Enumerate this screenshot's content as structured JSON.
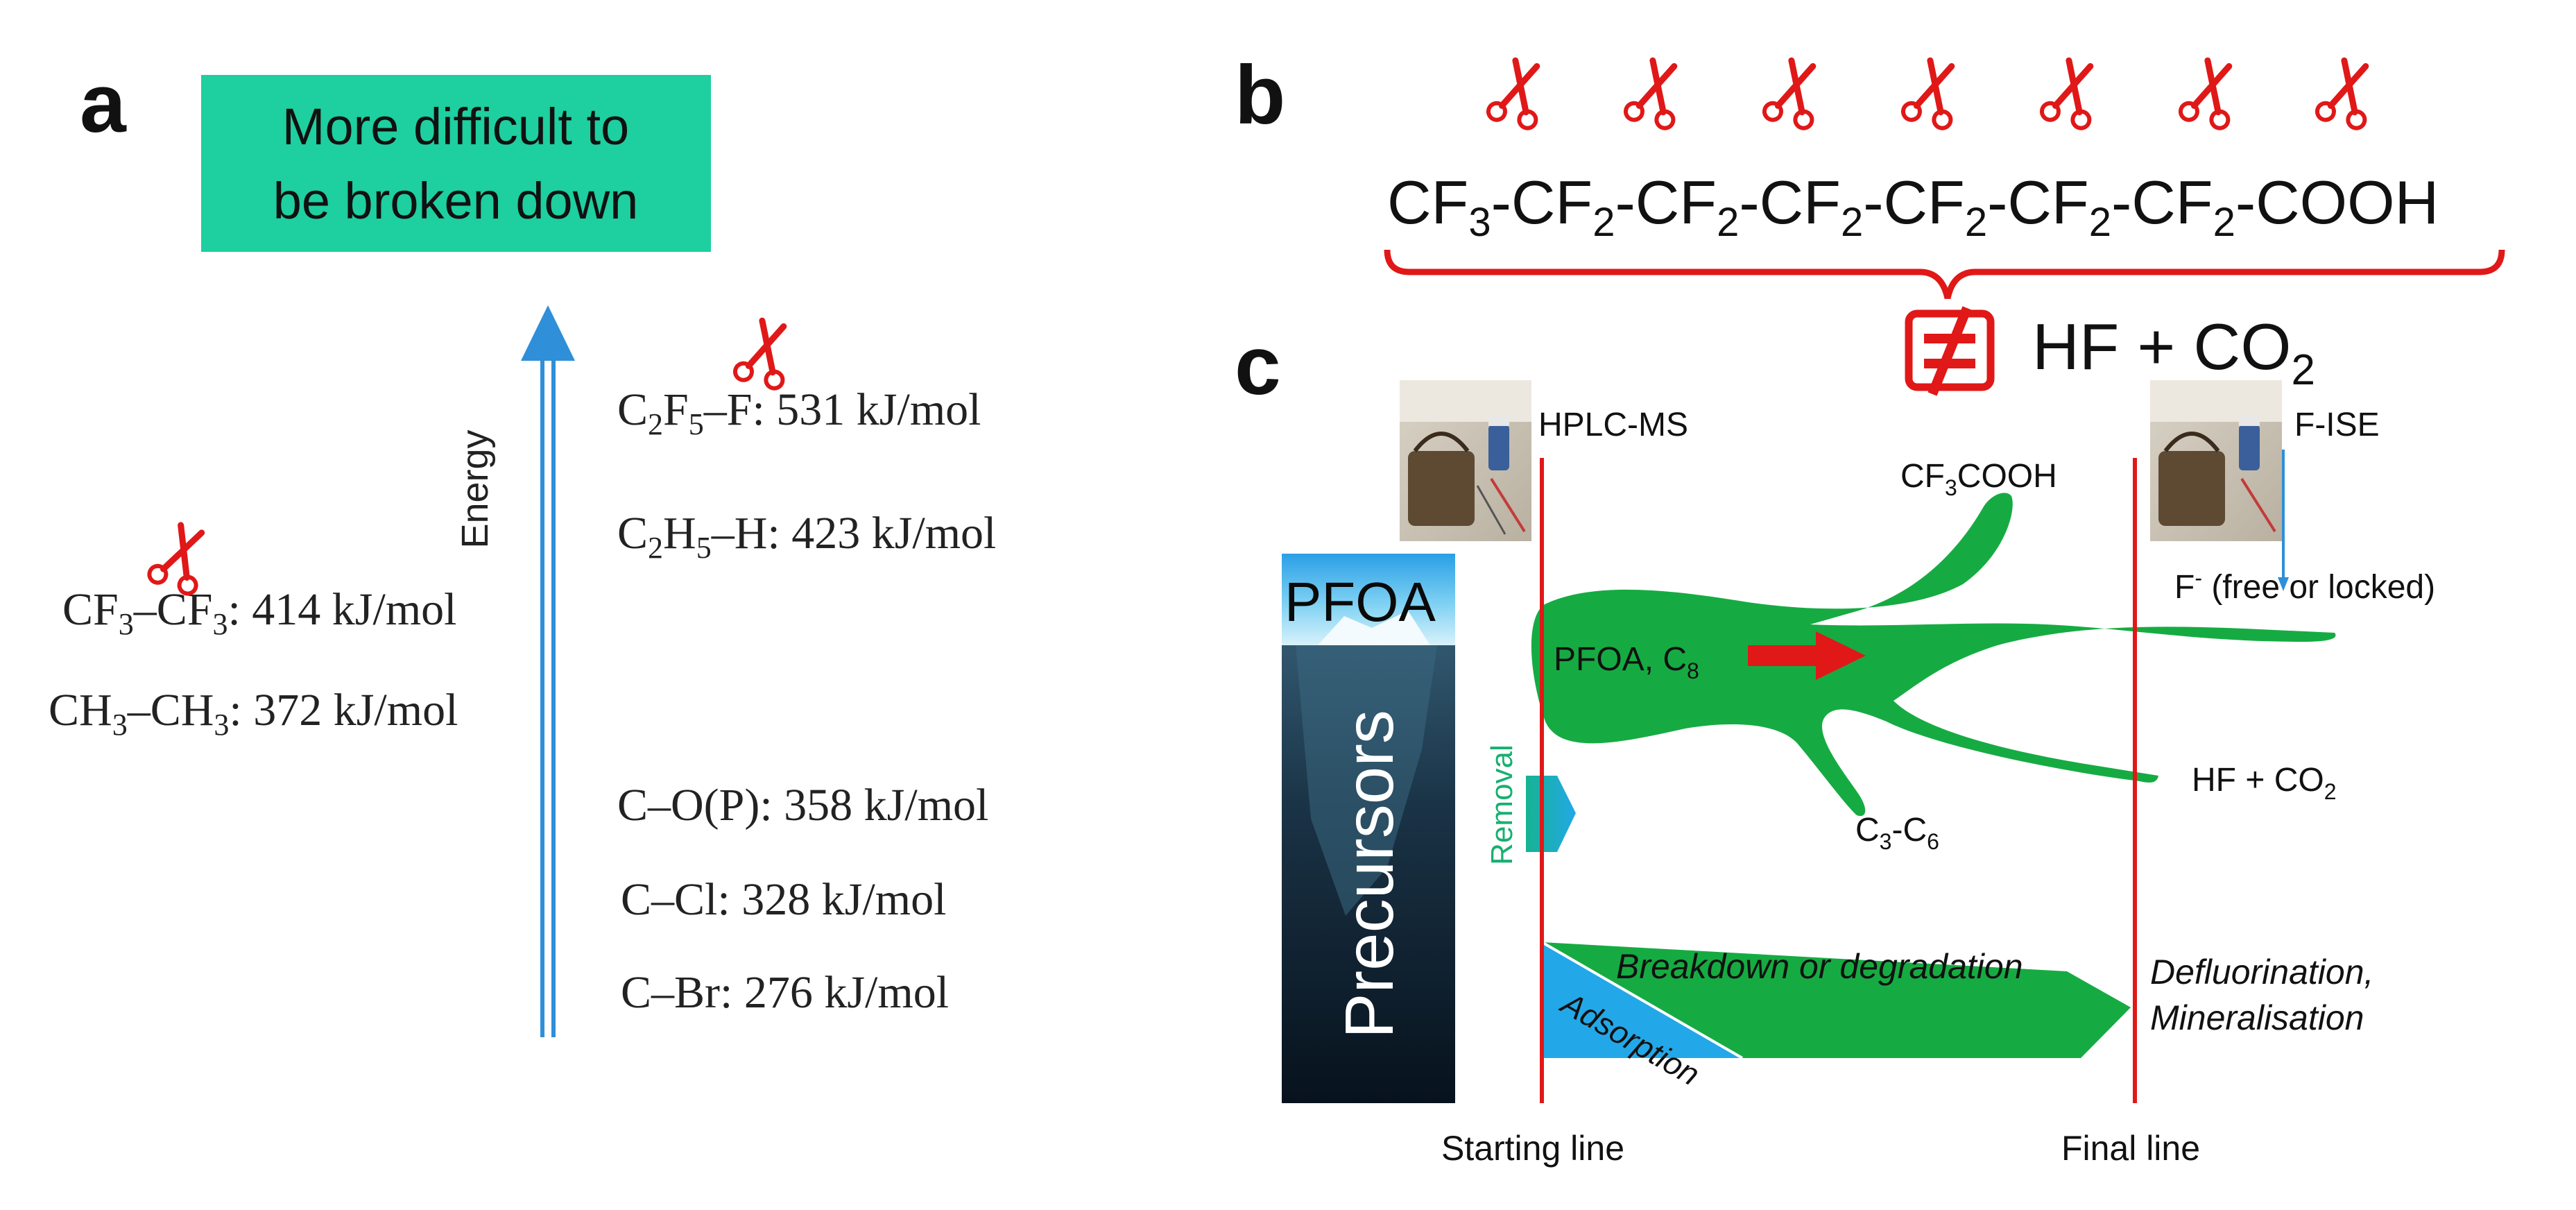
{
  "panel_a": {
    "label": "a",
    "header_box_line1": "More difficult to",
    "header_box_line2": "be broken down",
    "axis_label": "Energy",
    "bonds_right": [
      {
        "pre": "C",
        "s1": "2",
        "mid": "F",
        "s2": "5",
        "post": "–F: 531 kJ/mol"
      },
      {
        "pre": "C",
        "s1": "2",
        "mid": "H",
        "s2": "5",
        "post": "–H: 423 kJ/mol"
      },
      {
        "text": "C–O(P): 358 kJ/mol"
      },
      {
        "text": "C–Cl: 328 kJ/mol"
      },
      {
        "text": "C–Br: 276 kJ/mol"
      }
    ],
    "bonds_left": [
      {
        "pre": "CF",
        "s1": "3",
        "mid": "–CF",
        "s2": "3",
        "post": ": 414 kJ/mol"
      },
      {
        "pre": "CH",
        "s1": "3",
        "mid": "–CH",
        "s2": "3",
        "post": ": 372 kJ/mol"
      }
    ]
  },
  "panel_b": {
    "label": "b",
    "chain": [
      {
        "t": "CF"
      },
      {
        "t": "3",
        "sub": true
      },
      {
        "t": "-CF"
      },
      {
        "t": "2",
        "sub": true
      },
      {
        "t": "-CF"
      },
      {
        "t": "2",
        "sub": true
      },
      {
        "t": "-CF"
      },
      {
        "t": "2",
        "sub": true
      },
      {
        "t": "-CF"
      },
      {
        "t": "2",
        "sub": true
      },
      {
        "t": "-CF"
      },
      {
        "t": "2",
        "sub": true
      },
      {
        "t": "-CF"
      },
      {
        "t": "2",
        "sub": true
      },
      {
        "t": "-COOH"
      }
    ],
    "product_main": "HF + CO",
    "product_sub": "2"
  },
  "panel_c": {
    "label": "c",
    "hplc_label": "HPLC-MS",
    "fise_label": "F-ISE",
    "cf3cooh_pre": "CF",
    "cf3cooh_sub": "3",
    "cf3cooh_post": "COOH",
    "fluoride_pre": "F",
    "fluoride_sup": "-",
    "fluoride_post": " (free or locked)",
    "pfoa_box": "PFOA",
    "precursors": "Precursors",
    "pfoa_c8_pre": "PFOA, C",
    "pfoa_c8_sub": "8",
    "removal": "Removal",
    "c3c6": {
      "a": "C",
      "b": "3",
      "c": "-C",
      "d": "6"
    },
    "hfco2_main": "HF + CO",
    "hfco2_sub": "2",
    "breakdown": "Breakdown or degradation",
    "adsorption": "Adsorption",
    "defluor_line1": "Defluorination,",
    "defluor_line2": "Mineralisation",
    "starting_line": "Starting line",
    "final_line": "Final line"
  },
  "colors": {
    "teal": "#1ecf9f",
    "arrow_blue": "#2f8fd8",
    "green": "#16ab42",
    "red": "#e01818",
    "cyan_arrow": "#1fb1e0",
    "adsorption_blue": "#22a8e8",
    "iceberg_dark": "#0b1a2a"
  }
}
